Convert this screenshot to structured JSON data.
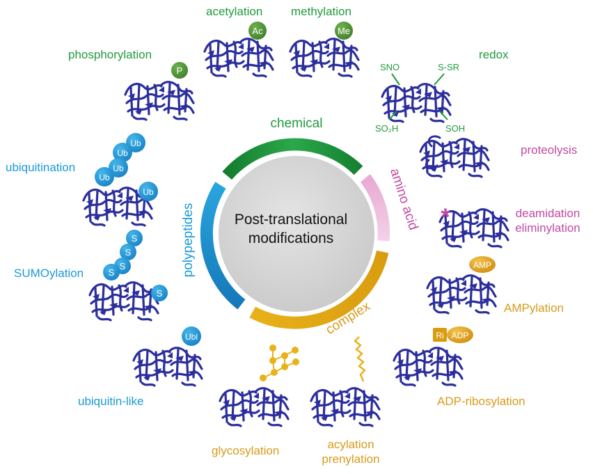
{
  "center": {
    "line1": "Post-translational",
    "line2": "modifications"
  },
  "ring": {
    "chemical": "chemical",
    "amino_acid": "amino acid",
    "complex": "complex",
    "polypeptides": "polypeptides"
  },
  "colors": {
    "green": "#1f9a3e",
    "blue": "#1a9ad6",
    "pink": "#c04aa0",
    "orange": "#d89a1a",
    "protein": "#2b2e9c",
    "core": "#d6d6d6"
  },
  "modifications": {
    "acetylation": "acetylation",
    "methylation": "methylation",
    "phosphorylation": "phosphorylation",
    "redox": "redox",
    "proteolysis": "proteolysis",
    "deamidation": "deamidation",
    "eliminylation": "eliminylation",
    "ampylation": "AMPylation",
    "adp_ribosylation": "ADP-ribosylation",
    "acylation": "acylation",
    "prenylation": "prenylation",
    "glycosylation": "glycosylation",
    "ubiquitin_like": "ubiquitin-like",
    "sumoylation": "SUMOylation",
    "ubiquitination": "ubiquitination"
  },
  "tags": {
    "ac": "Ac",
    "me": "Me",
    "p": "P",
    "ub": "Ub",
    "s": "S",
    "ubl": "Ubl",
    "amp": "AMP",
    "adp": "ADP",
    "ri": "Ri",
    "sno": "SNO",
    "s_sr": "S-SR",
    "so2h": "SO₂H",
    "soh": "SOH",
    "asterisk": "*"
  }
}
